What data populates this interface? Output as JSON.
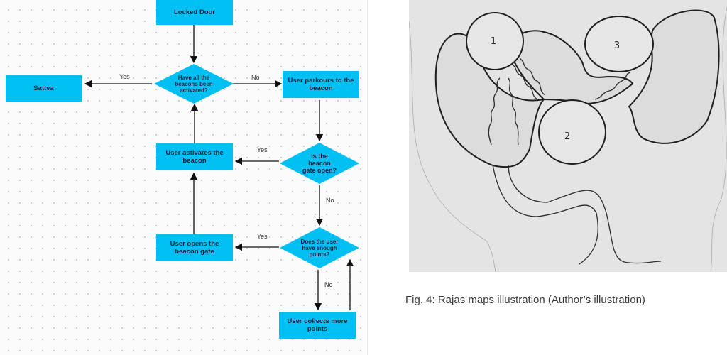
{
  "flowchart": {
    "nodes": {
      "locked_door": "Locked Door",
      "all_activated": "Have all the beacons been activated?",
      "sattva": "Sattva",
      "parkours": "User parkours to the beacon",
      "gate_open": "Is the beacon gate open?",
      "activates": "User activates the beacon",
      "enough_points": "Does the user have enough points?",
      "opens_gate": "User opens the beacon gate",
      "collects": "User collects more points"
    },
    "edge_labels": {
      "yes_sattva": "Yes",
      "no_parkours": "No",
      "yes_activates": "Yes",
      "no_points": "No",
      "yes_opens": "Yes",
      "no_collects": "No"
    },
    "colors": {
      "node": "#00bff2",
      "text": "#0e2340"
    }
  },
  "illustration": {
    "region_labels": [
      "1",
      "2",
      "3"
    ],
    "caption": "Fig. 4: Rajas maps illustration (Author’s illustration)"
  }
}
